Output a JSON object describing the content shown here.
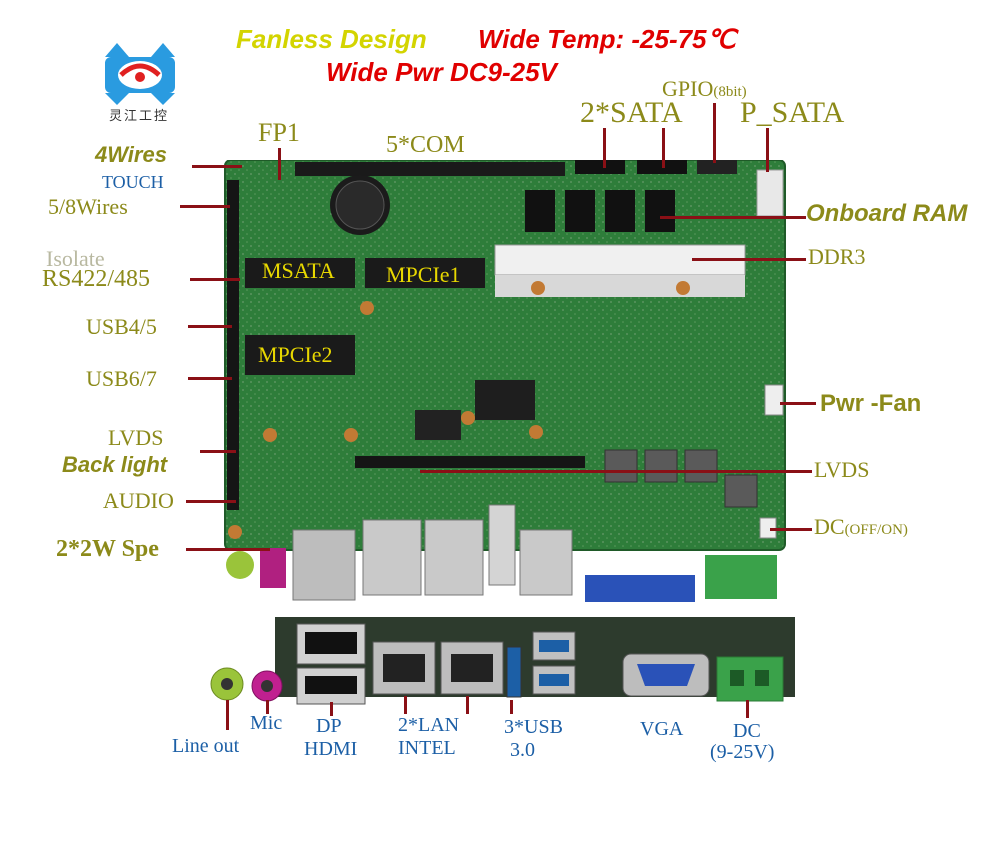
{
  "logo": {
    "text": "灵江工控"
  },
  "headline": {
    "fanless": "Fanless Design",
    "wide_temp": "Wide Temp: -25-75℃",
    "wide_pwr": "Wide Pwr DC9-25V"
  },
  "labels": {
    "fp1": "FP1",
    "com": "5*COM",
    "gpio": "GPIO",
    "gpio_suffix": "(8bit)",
    "sata": "2*SATA",
    "psata": "P_SATA",
    "onboard_ram": "Onboard RAM",
    "ddr3": "DDR3",
    "pwr_fan": "Pwr -Fan",
    "lvds_right": "LVDS",
    "dc_switch": "DC",
    "dc_switch_suffix": "(OFF/ON)",
    "wires4": "4Wires",
    "touch": "TOUCH",
    "wires58": "5/8Wires",
    "isolate": "Isolate",
    "rs422": "RS422/485",
    "usb45": "USB4/5",
    "usb67": "USB6/7",
    "lvds_left": "LVDS",
    "backlight": "Back light",
    "audio": "AUDIO",
    "spe": "2*2W Spe",
    "msata": "MSATA",
    "mpcie1": "MPCIe1",
    "mpcie2": "MPCIe2",
    "mic": "Mic",
    "line_out": "Line out",
    "dp": "DP",
    "hdmi": "HDMI",
    "lan": "2*LAN",
    "intel": "INTEL",
    "usb3": "3*USB",
    "usb3_ver": "3.0",
    "vga": "VGA",
    "dc": "DC",
    "dc_range": "(9-25V)"
  },
  "colors": {
    "yellow": "#d3d400",
    "red": "#e00000",
    "olive": "#8c8a1a",
    "blue": "#1c5fa6",
    "pcb": "#2e7d3a",
    "leader": "#8a1016"
  }
}
